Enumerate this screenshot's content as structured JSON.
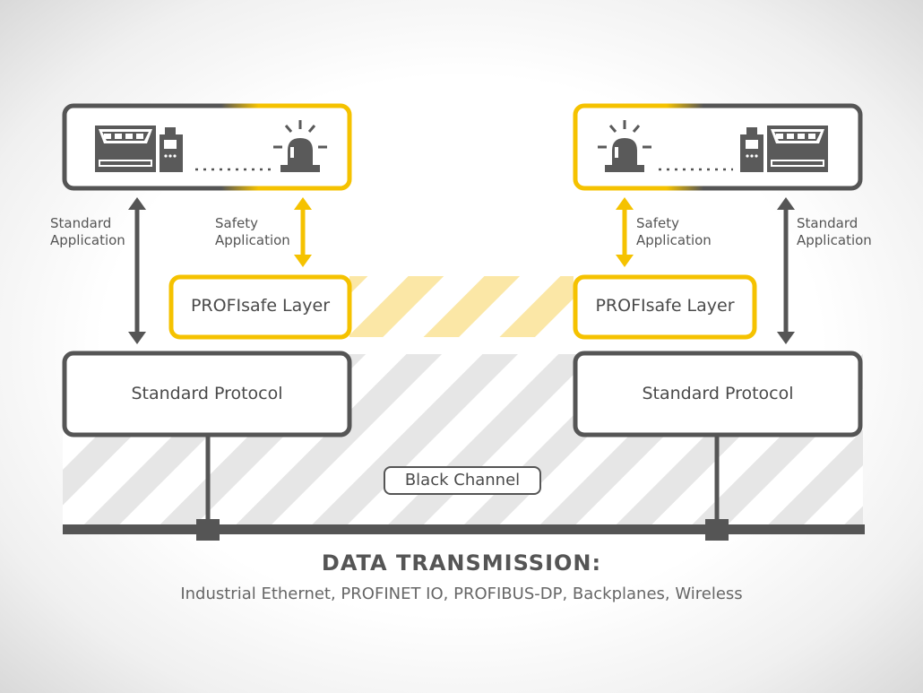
{
  "left": {
    "standard_application": "Standard\nApplication",
    "safety_application": "Safety\nApplication",
    "profisafe_layer": "PROFIsafe Layer",
    "standard_protocol": "Standard Protocol"
  },
  "right": {
    "standard_application": "Standard\nApplication",
    "safety_application": "Safety\nApplication",
    "profisafe_layer": "PROFIsafe Layer",
    "standard_protocol": "Standard Protocol"
  },
  "black_channel": "Black Channel",
  "footer": {
    "title": "DATA TRANSMISSION:",
    "subtitle": "Industrial Ethernet, PROFINET IO, PROFIBUS-DP, Backplanes, Wireless"
  },
  "colors": {
    "accent": "#f5c200",
    "dark": "#555555",
    "hatch_gray": "#e6e6e6",
    "hatch_yellow": "#fbe7a6"
  },
  "icons": [
    "plc-device-icon",
    "warning-beacon-icon"
  ]
}
